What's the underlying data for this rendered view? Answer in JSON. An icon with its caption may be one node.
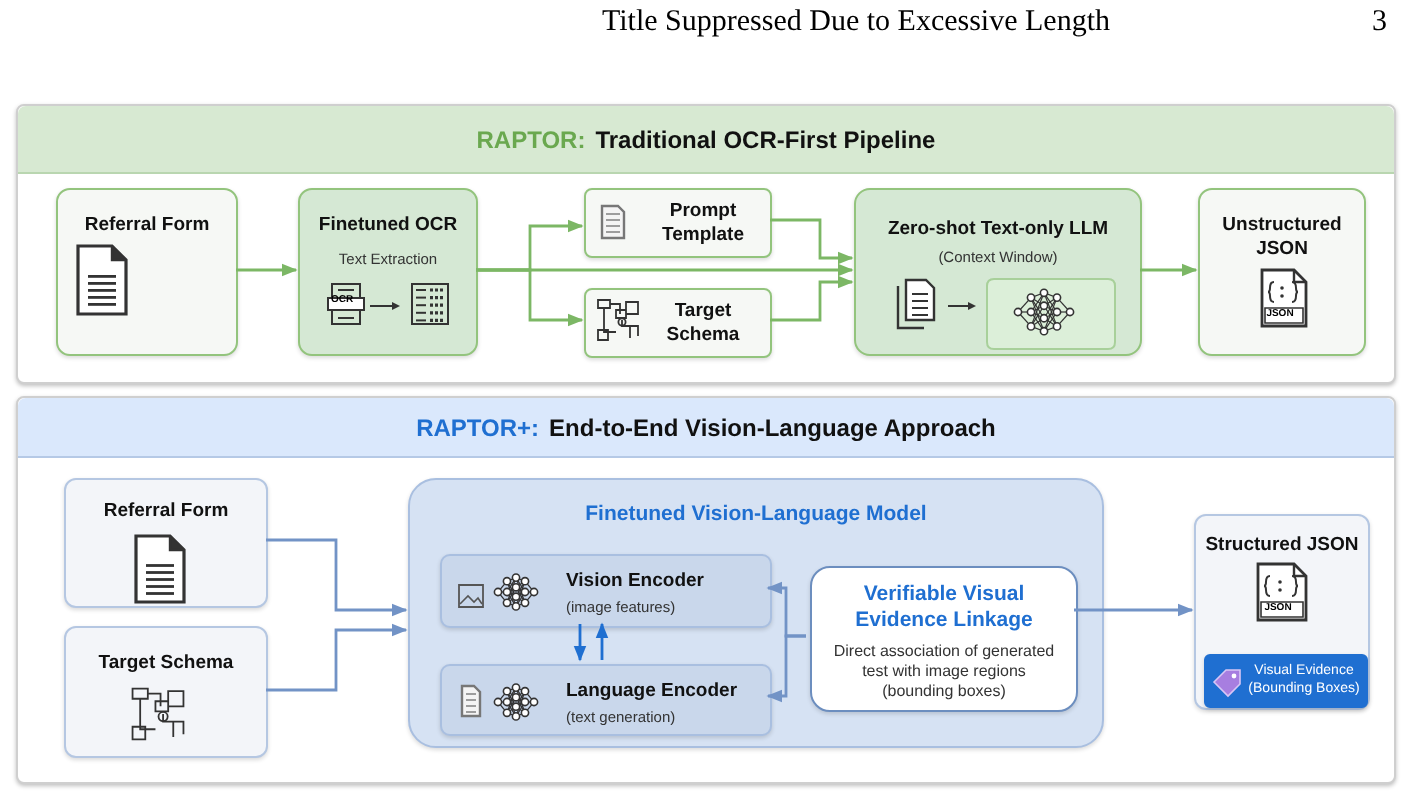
{
  "diagram": {
    "nodes": [
      {
        "text": [
          "RAPTOR:",
          "Traditional OCR-First Pipeline"
        ]
      },
      {
        "text": [
          "Referral Form"
        ],
        "in": 0
      },
      {
        "text": [
          "Finetuned OCR",
          "Text Extraction"
        ],
        "in": 0
      },
      {
        "text": [
          "Prompt Template"
        ],
        "in": 0
      },
      {
        "text": [
          "Target Schema"
        ],
        "in": 0
      },
      {
        "text": [
          "Zero-shot Text-only LLM",
          "(Context Window)"
        ],
        "in": 0
      },
      {
        "text": [
          "Unstructured JSON"
        ],
        "in": 0
      },
      {
        "text": [
          "RAPTOR+:",
          "End-to-End Vision-Language Approach"
        ]
      },
      {
        "text": [
          "Referral Form"
        ],
        "in": 7
      },
      {
        "text": [
          "Target Schema"
        ],
        "in": 7
      },
      {
        "text": [
          "Finetuned Vision-Language Model"
        ],
        "in": 7
      },
      {
        "text": [
          "Vision Encoder",
          "(image features)"
        ],
        "in": 10
      },
      {
        "text": [
          "Language Encoder",
          "(text generation)"
        ],
        "in": 10
      },
      {
        "text": [
          "Verifiable Visual Evidence Linkage",
          "Direct association of generated test with image regions (bounding boxes)"
        ],
        "in": 10
      },
      {
        "text": [
          "Structured JSON"
        ],
        "in": 7
      },
      {
        "text": [
          "Visual Evidence (Bounding Boxes)"
        ],
        "in": 14
      }
    ],
    "edges": [
      {
        "from": 1,
        "to": 2,
        "arrow": "to"
      },
      {
        "from": 2,
        "to": 3,
        "arrow": "to"
      },
      {
        "from": 2,
        "to": 4,
        "arrow": "to"
      },
      {
        "from": 2,
        "to": 5,
        "arrow": "to"
      },
      {
        "from": 3,
        "to": 5,
        "arrow": "to"
      },
      {
        "from": 4,
        "to": 5,
        "arrow": "to"
      },
      {
        "from": 5,
        "to": 6,
        "arrow": "to"
      },
      {
        "from": 8,
        "to": 10,
        "arrow": "to",
        "color": "#7293c6"
      },
      {
        "from": 9,
        "to": 10,
        "arrow": "to",
        "color": "#7293c6"
      },
      {
        "from": 11,
        "to": 12,
        "arrow": "to",
        "color": "#1f6fd1"
      },
      {
        "from": 12,
        "to": 11,
        "arrow": "to",
        "color": "#1f6fd1"
      },
      {
        "from": 13,
        "to": 11,
        "arrow": "to",
        "color": "#7293c6"
      },
      {
        "from": 13,
        "to": 12,
        "arrow": "to",
        "color": "#7293c6"
      },
      {
        "from": 13,
        "to": 14,
        "arrow": "to",
        "color": "#7293c6"
      }
    ],
    "labels": [
      "Title Suppressed Due to Excessive Length",
      "3",
      "OCR",
      "JSON",
      "JSON"
    ]
  }
}
